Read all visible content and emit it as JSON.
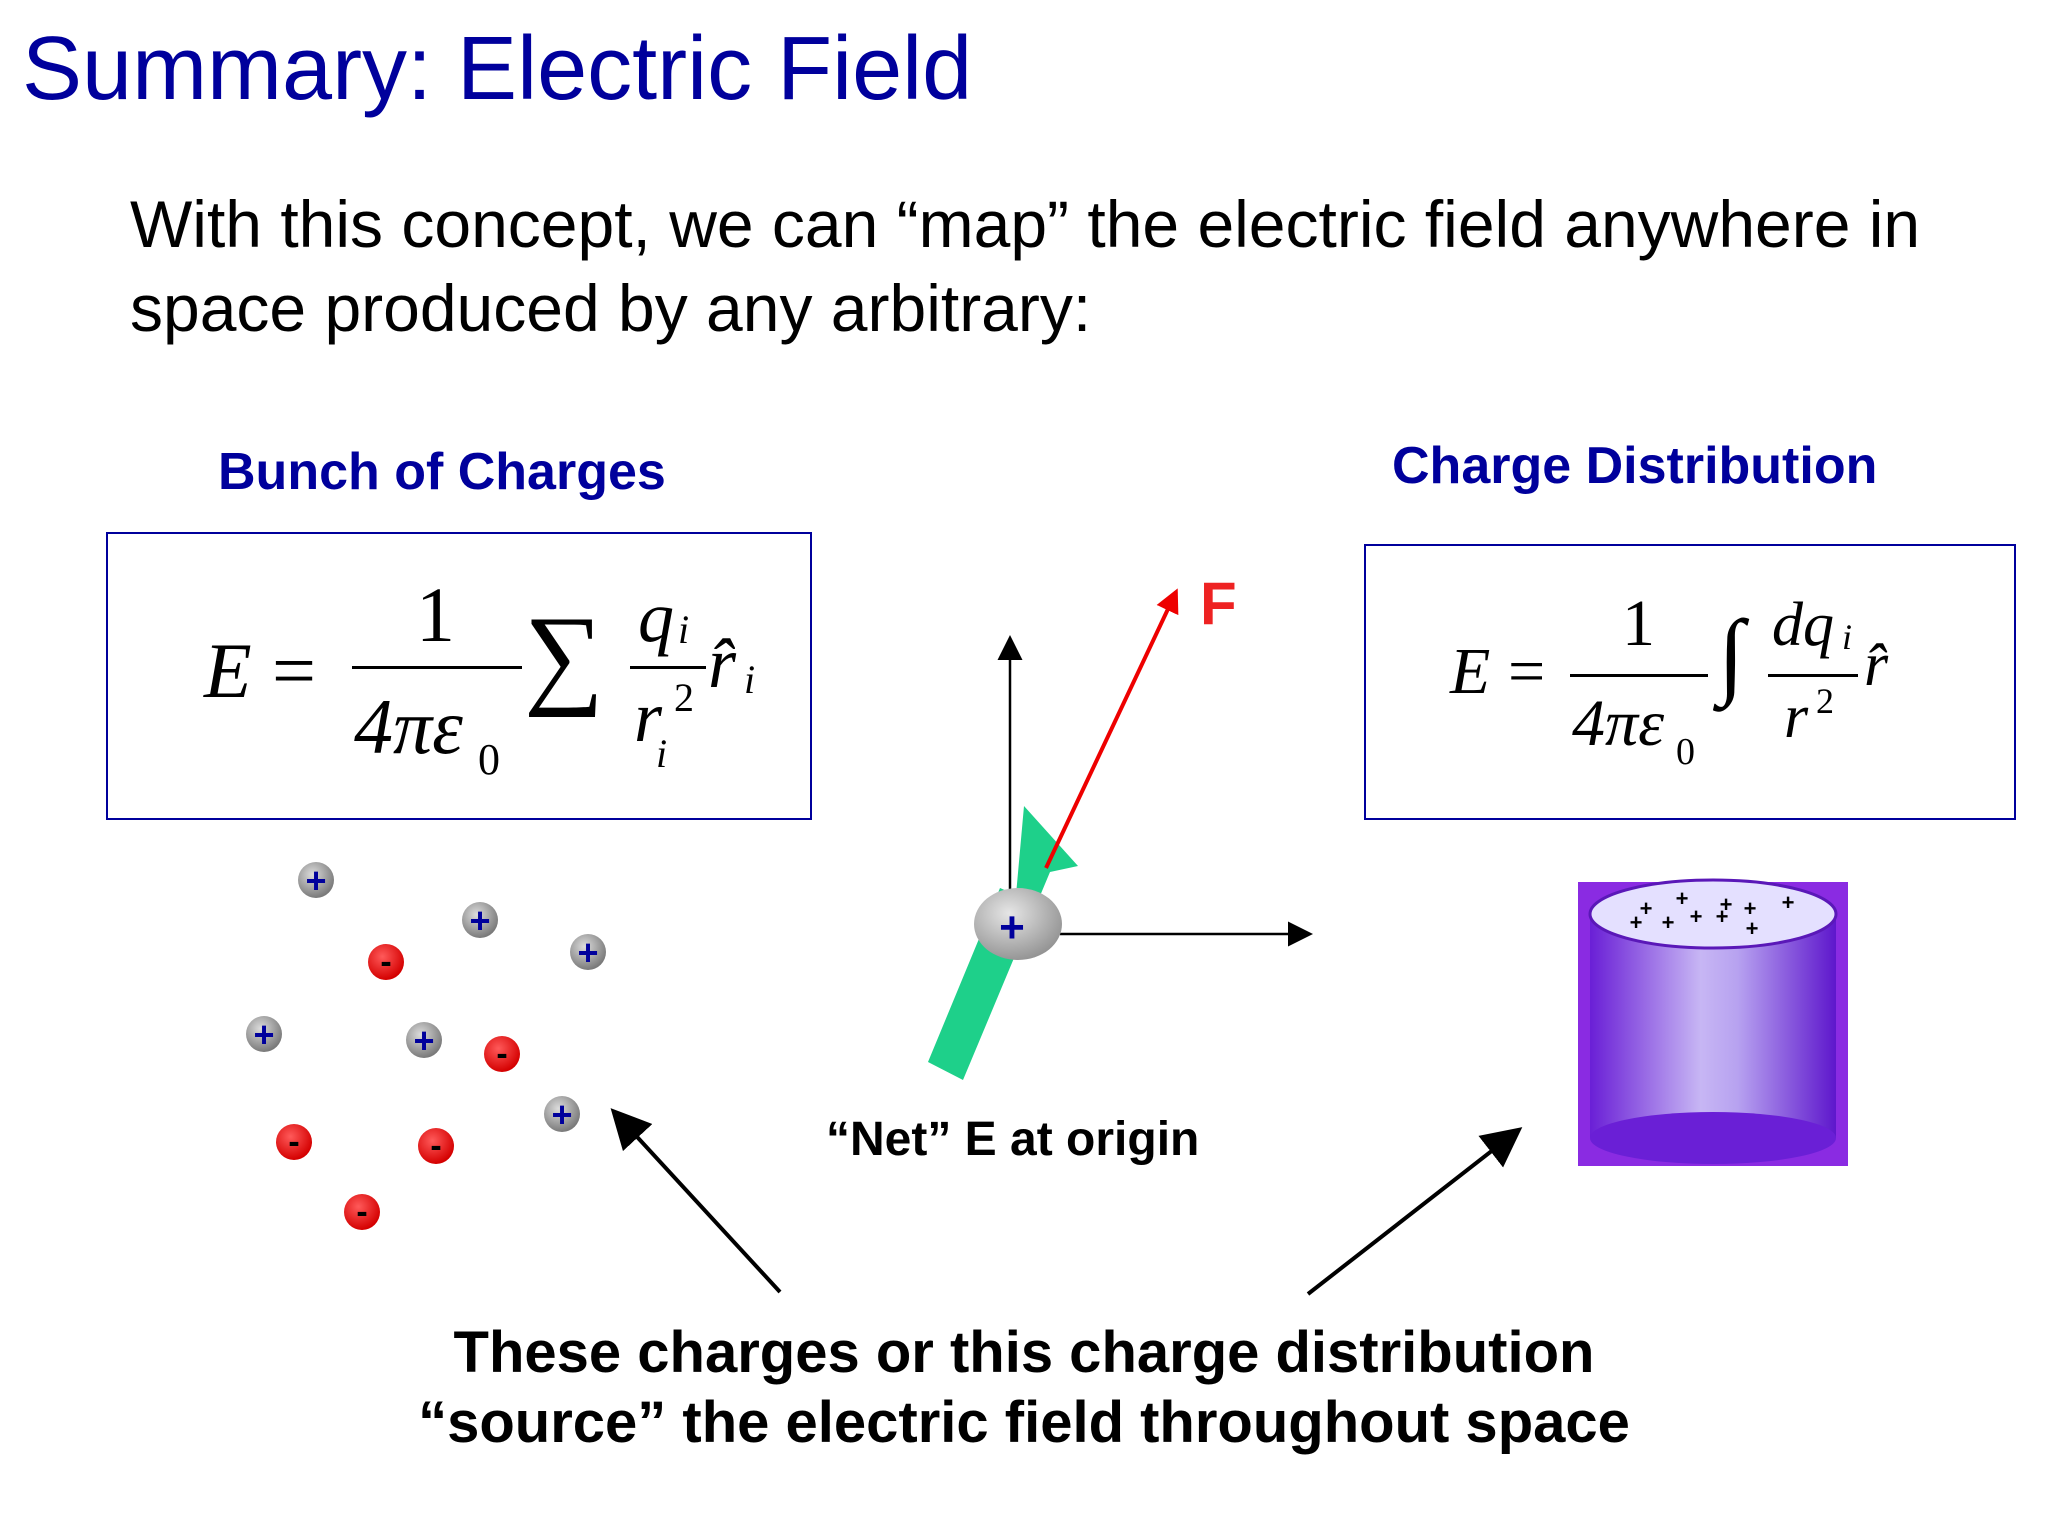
{
  "title": "Summary: Electric Field",
  "intro": "With this concept, we can “map” the electric field anywhere in space produced by any arbitrary:",
  "left_panel": {
    "heading": "Bunch of Charges",
    "formula": {
      "lhs": "E",
      "eq": "=",
      "numerator": "1",
      "denominator": "4πε",
      "denominator_sub": "0",
      "operator": "∑",
      "frac_num": "q",
      "frac_num_sub": "i",
      "frac_den": "r",
      "frac_den_sup": "2",
      "frac_den_sub": "i",
      "unit_vec": "r̂",
      "unit_vec_sub": "i"
    }
  },
  "right_panel": {
    "heading": "Charge Distribution",
    "formula": {
      "lhs": "E",
      "eq": "=",
      "numerator": "1",
      "denominator": "4πε",
      "denominator_sub": "0",
      "operator": "∫",
      "frac_num": "dq",
      "frac_num_sub": "i",
      "frac_den": "r",
      "frac_den_sup": "2",
      "unit_vec": "r̂"
    }
  },
  "center": {
    "force_label": "F",
    "test_charge_sign": "+",
    "caption": "“Net” E at origin"
  },
  "charges": {
    "positive_sign": "+",
    "negative_sign": "-"
  },
  "footer": {
    "line1": "These charges or this charge distribution",
    "line2": "“source” the electric field throughout space"
  },
  "colors": {
    "title": "#00009c",
    "positive_charge_fill": "#8a8a8a",
    "negative_charge_fill": "#ee0000",
    "force_arrow": "#ee0000",
    "field_arrow": "#1ed08a",
    "cylinder": "#8a2be2"
  }
}
